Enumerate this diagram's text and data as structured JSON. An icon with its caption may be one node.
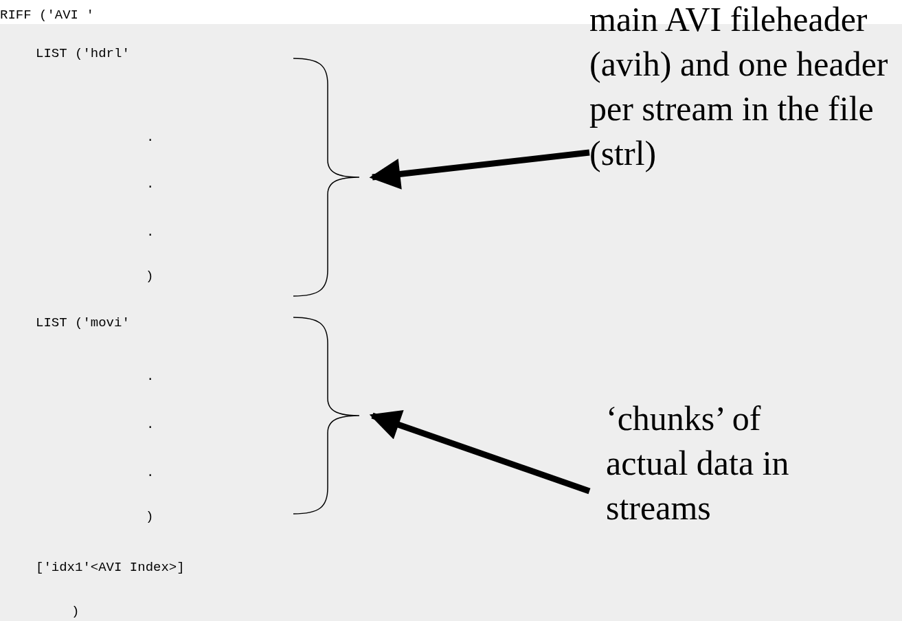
{
  "diagram": {
    "nodes": [
      {
        "text": [],
        "shape": "brace"
      },
      {
        "text": [
          "main AVI fileheader (avih) and one header per stream in the file (strl)"
        ]
      },
      {
        "text": [],
        "shape": "brace"
      },
      {
        "text": [
          "‘chunks’ of actual data in streams"
        ]
      }
    ],
    "edges": [
      {
        "from": 1,
        "to": 0,
        "arrow": "to"
      },
      {
        "from": 3,
        "to": 2,
        "arrow": "to"
      }
    ],
    "labels": [
      "RIFF ('AVI '",
      "LIST ('hdrl'",
      ".",
      ".",
      ".",
      ")",
      "LIST ('movi'",
      ".",
      ".",
      ".",
      ")",
      "['idx1'<AVI Index>]",
      ")"
    ]
  }
}
